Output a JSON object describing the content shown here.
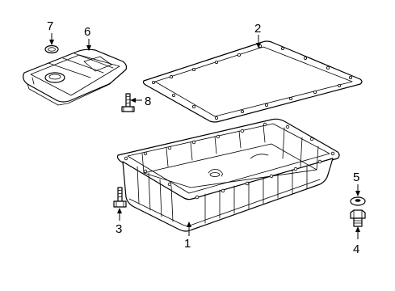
{
  "callouts": [
    {
      "id": "1",
      "label": "1",
      "part": "oil-pan"
    },
    {
      "id": "2",
      "label": "2",
      "part": "pan-gasket"
    },
    {
      "id": "3",
      "label": "3",
      "part": "pan-bolt"
    },
    {
      "id": "4",
      "label": "4",
      "part": "drain-plug"
    },
    {
      "id": "5",
      "label": "5",
      "part": "drain-plug-washer"
    },
    {
      "id": "6",
      "label": "6",
      "part": "transmission-filter"
    },
    {
      "id": "7",
      "label": "7",
      "part": "filter-o-ring"
    },
    {
      "id": "8",
      "label": "8",
      "part": "filter-bolt"
    }
  ]
}
